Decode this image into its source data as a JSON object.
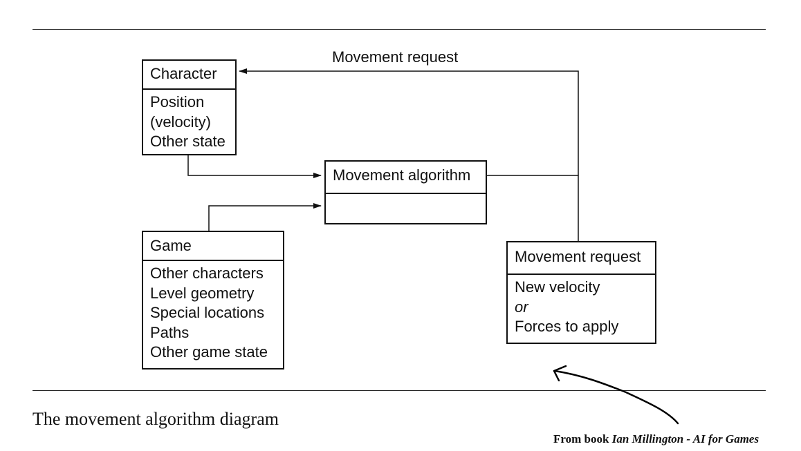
{
  "caption": "The movement algorithm diagram",
  "credit": {
    "prefix": "From book",
    "source": "Ian Millington - AI for Games"
  },
  "top_label": "Movement request",
  "boxes": {
    "character": {
      "title": "Character",
      "lines": [
        "Position",
        "(velocity)",
        "Other state"
      ]
    },
    "algorithm": {
      "title": "Movement algorithm",
      "lines": []
    },
    "game": {
      "title": "Game",
      "lines": [
        "Other characters",
        "Level geometry",
        "Special locations",
        "Paths",
        "Other game state"
      ]
    },
    "request": {
      "title": "Movement request",
      "lines": [
        "New velocity",
        "or",
        "Forces to apply"
      ]
    }
  },
  "colors": {
    "ink": "#111111",
    "background": "#ffffff"
  }
}
